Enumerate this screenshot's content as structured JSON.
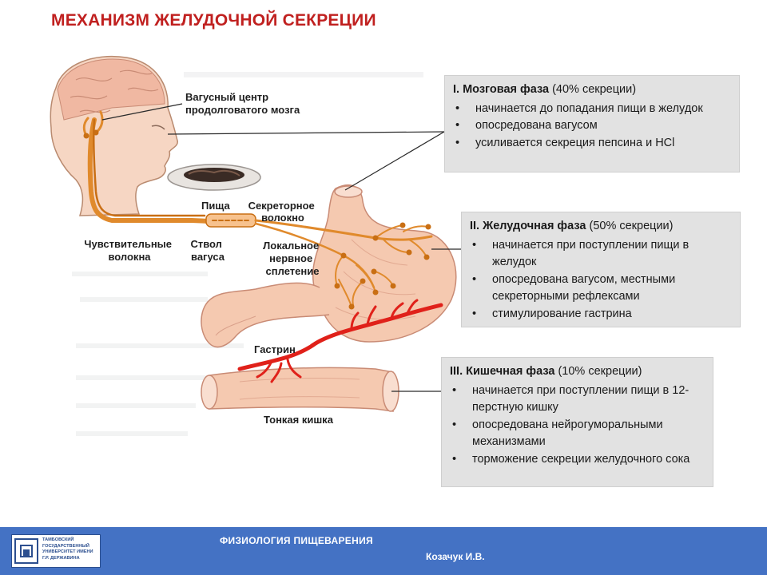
{
  "title": "МЕХАНИЗМ ЖЕЛУДОЧНОЙ СЕКРЕЦИИ",
  "diagram": {
    "labels": {
      "vagus_center_1": "Вагусный центр",
      "vagus_center_2": "продолговатого мозга",
      "food": "Пища",
      "secretory_1": "Секреторное",
      "secretory_2": "волокно",
      "sensory_1": "Чувствительные",
      "sensory_2": "волокна",
      "vagus_trunk_1": "Ствол",
      "vagus_trunk_2": "вагуса",
      "plexus_1": "Локальное",
      "plexus_2": "нервное",
      "plexus_3": "сплетение",
      "gastrin": "Гастрин",
      "small_intestine": "Тонкая кишка"
    }
  },
  "phases": [
    {
      "name": "I. Мозговая фаза",
      "share": "(40% секреции)",
      "points": [
        "начинается до попадания пищи в желудок",
        "опосредована вагусом",
        "усиливается секреция пепсина и HCl"
      ]
    },
    {
      "name": "II. Желудочная фаза",
      "share": "(50% секреции)",
      "points": [
        "начинается при поступлении пищи в желудок",
        "опосредована вагусом, местными секреторными рефлексами",
        "стимулирование гастрина"
      ]
    },
    {
      "name": "III. Кишечная фаза",
      "share": "(10% секреции)",
      "points": [
        "начинается при поступлении пищи в 12-перстную кишку",
        "опосредована нейрогуморальными механизмами",
        "торможение секреции желудочного сока"
      ]
    }
  ],
  "footer": {
    "logo_text": "Тамбовский государственный университет имени Г.Р. Державина",
    "course": "ФИЗИОЛОГИЯ  ПИЩЕВАРЕНИЯ",
    "author": "Козачук И.В."
  },
  "colors": {
    "title": "#c0201f",
    "footer_bg": "#4472c4",
    "box_bg": "#e2e2e2",
    "nerve": "#e08a2c",
    "vessel": "#e0211a",
    "organ": "#f5c9b0"
  }
}
